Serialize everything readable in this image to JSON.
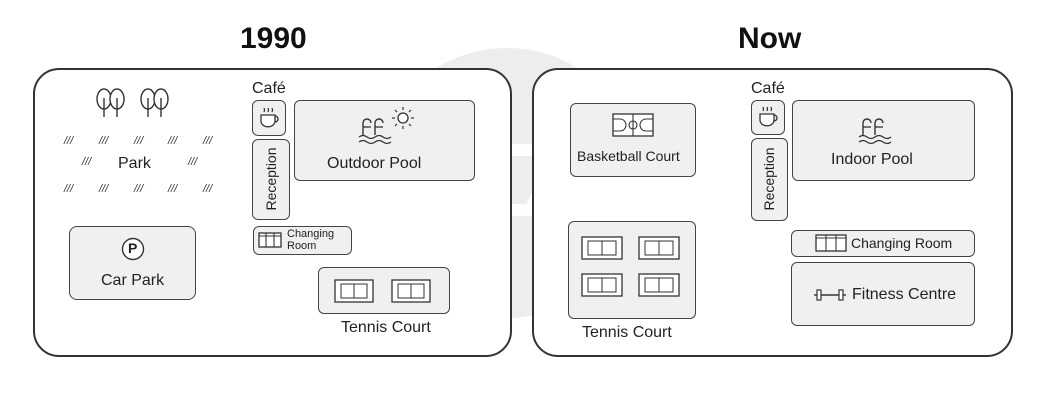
{
  "left_map": {
    "title": "1990",
    "cafe_label": "Café",
    "park_label": "Park",
    "reception_label": "Reception",
    "outdoor_pool_label": "Outdoor Pool",
    "changing_room_line1": "Changing",
    "changing_room_line2": "Room",
    "car_park_label": "Car Park",
    "parking_symbol": "P",
    "tennis_court_label": "Tennis Court"
  },
  "right_map": {
    "title": "Now",
    "cafe_label": "Café",
    "basketball_court_label": "Basketball Court",
    "reception_label": "Reception",
    "indoor_pool_label": "Indoor Pool",
    "changing_room_label": "Changing Room",
    "fitness_centre_label": "Fitness Centre",
    "tennis_court_label": "Tennis Court"
  },
  "grass_mark": "///",
  "colors": {
    "box_fill": "#f0f0f0",
    "outline": "#333333",
    "watermark": "#c8c8c8"
  }
}
